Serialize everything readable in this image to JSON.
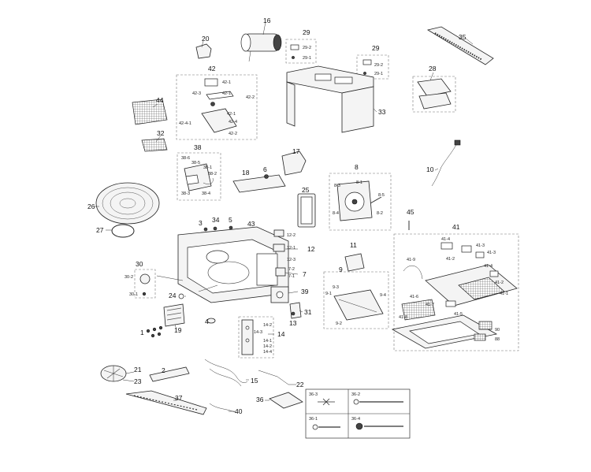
{
  "labels": {
    "l1": "1",
    "l2": "2",
    "l3": "3",
    "l4": "4",
    "l5": "5",
    "l6": "6",
    "l7": "7",
    "l8": "8",
    "l9": "9",
    "l10": "10",
    "l11": "11",
    "l12": "12",
    "l13": "13",
    "l14": "14",
    "l15": "15",
    "l16": "16",
    "l17": "17",
    "l18": "18",
    "l19": "19",
    "l20": "20",
    "l21": "21",
    "l22": "22",
    "l23": "23",
    "l24": "24",
    "l25": "25",
    "l26": "26",
    "l27": "27",
    "l28": "28",
    "l29a": "29",
    "l29b": "29",
    "l30": "30",
    "l31": "31",
    "l32": "32",
    "l33": "33",
    "l34": "34",
    "l35": "35",
    "l36": "36",
    "l37": "37",
    "l38": "38",
    "l39": "39",
    "l40": "40",
    "l41": "41",
    "l42": "42",
    "l43": "43",
    "l44": "44",
    "l45": "45"
  },
  "sublabels": {
    "s29_2a": "29-2",
    "s29_1a": "29-1",
    "s29_2b": "29-2",
    "s29_1b": "29-1",
    "s42_1": "42-1",
    "s42_3": "42-3",
    "s42_2": "42-2",
    "s42_1b": "42-1",
    "s42_1c": "42-1",
    "s42_4_1": "42-4-1",
    "s42_4": "42-4",
    "s42_2b": "42-2",
    "s38_6": "38-6",
    "s38_5": "38-5",
    "s38_1": "38-1",
    "s38_2": "38-2",
    "s38_3": "38-3",
    "s38_4": "38-4",
    "s8_3": "8-3",
    "s8_1": "8-1",
    "s8_5": "8-5",
    "s8_4": "8-4",
    "s8_2": "8-2",
    "s12_2": "12-2",
    "s12_1": "12-1",
    "s12_3": "12-3",
    "s7_2": "7-2",
    "s7_1": "7-1",
    "s30_2": "30-2",
    "s30_1": "30-1",
    "s14_2": "14-2",
    "s14_3": "14-3",
    "s14_1": "14-1",
    "s14_2b": "14-2",
    "s14_4": "14-4",
    "s9_1": "9-1",
    "s9_3": "9-3",
    "s9_4": "9-4",
    "s9_2": "9-2",
    "s41_4": "41-4",
    "s41_9": "41-9",
    "s41_3": "41-3",
    "s41_2": "41-2",
    "s41_4b": "41-4",
    "s41_2b": "41-2",
    "s41_1": "41-1",
    "s41_6": "41-6",
    "s41_7": "41-7",
    "s41_5": "41-5",
    "s41_8": "41-8",
    "s90": "90",
    "s88": "88",
    "s41_3b": "41-3",
    "s36_3": "36-3",
    "s36_2": "36-2",
    "s36_1": "36-1",
    "s36_4": "36-4"
  }
}
